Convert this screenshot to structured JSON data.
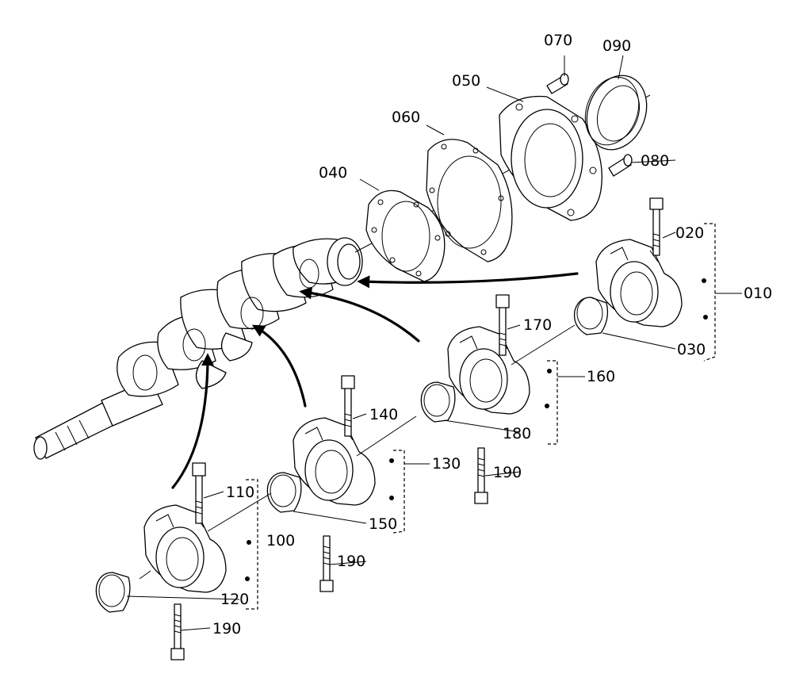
{
  "labels": {
    "l010": "010",
    "l020": "020",
    "l030": "030",
    "l040": "040",
    "l050": "050",
    "l060": "060",
    "l070": "070",
    "l080": "080",
    "l090": "090",
    "l100": "100",
    "l110": "110",
    "l120": "120",
    "l130": "130",
    "l140": "140",
    "l150": "150",
    "l160": "160",
    "l170": "170",
    "l180": "180",
    "l190a": "190",
    "l190b": "190",
    "l190c": "190"
  },
  "colors": {
    "line": "#000000",
    "background": "#ffffff"
  }
}
